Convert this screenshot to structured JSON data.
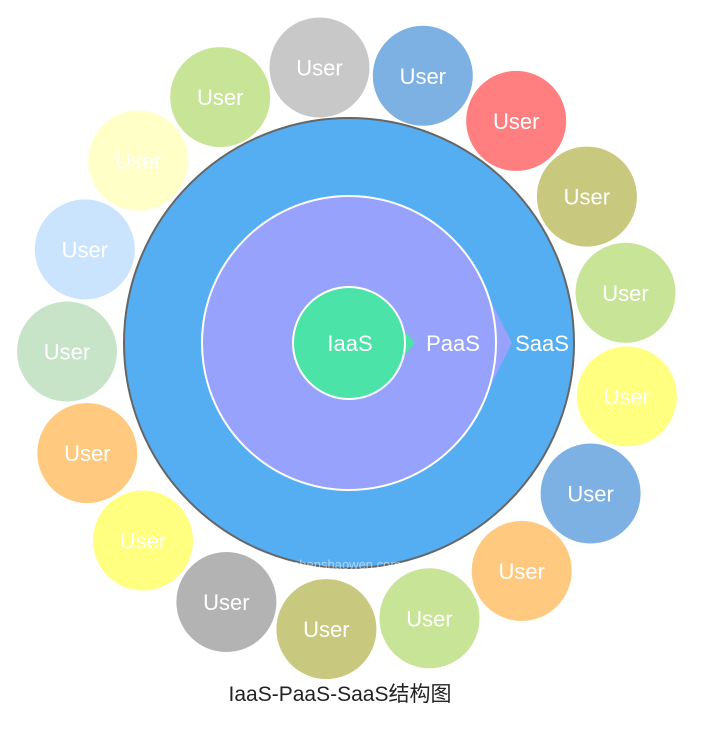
{
  "layers": {
    "saas": {
      "label": "SaaS",
      "color": "#55aef2"
    },
    "paas": {
      "label": "PaaS",
      "color": "#97a2fd"
    },
    "iaas": {
      "label": "IaaS",
      "color": "#4be3a8"
    }
  },
  "users": [
    {
      "label": "User",
      "color": "#c8c8c8"
    },
    {
      "label": "User",
      "color": "#7eb1e3"
    },
    {
      "label": "User",
      "color": "#ff7e80"
    },
    {
      "label": "User",
      "color": "#c8c87e"
    },
    {
      "label": "User",
      "color": "#c8e496"
    },
    {
      "label": "User",
      "color": "#ffff80"
    },
    {
      "label": "User",
      "color": "#7eb1e3"
    },
    {
      "label": "User",
      "color": "#ffc980"
    },
    {
      "label": "User",
      "color": "#c8e496"
    },
    {
      "label": "User",
      "color": "#c8c87e"
    },
    {
      "label": "User",
      "color": "#b3b3b3"
    },
    {
      "label": "User",
      "color": "#ffff80"
    },
    {
      "label": "User",
      "color": "#ffc980"
    },
    {
      "label": "User",
      "color": "#c8e4c8"
    },
    {
      "label": "User",
      "color": "#cbe4fd"
    },
    {
      "label": "User",
      "color": "#ffffc8"
    },
    {
      "label": "User",
      "color": "#c8e496"
    }
  ],
  "watermark": "chenshaowen.com",
  "caption": "IaaS-PaaS-SaaS结构图"
}
